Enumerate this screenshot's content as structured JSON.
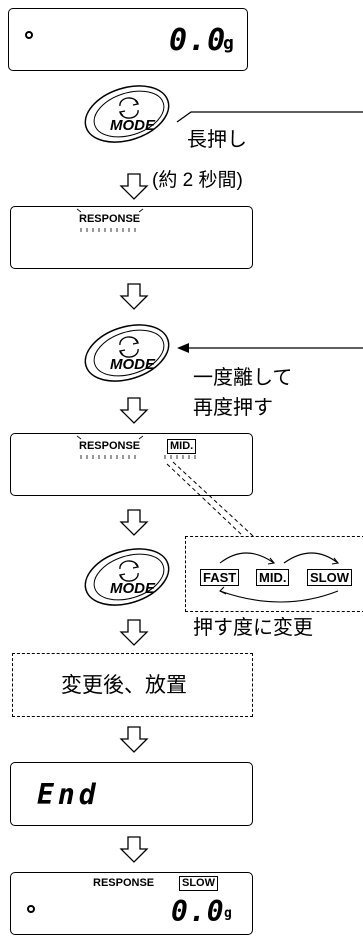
{
  "display1": {
    "value": "0.0",
    "unit": "g"
  },
  "mode_label": "MODE",
  "step1": {
    "action": "長押し",
    "duration": "(約 2 秒間)"
  },
  "display2": {
    "indicator": "RESPONSE"
  },
  "step2": {
    "line1": "一度離して",
    "line2": "再度押す"
  },
  "display3": {
    "indicator": "RESPONSE",
    "level": "MID."
  },
  "options": {
    "fast": "FAST",
    "mid": "MID.",
    "slow": "SLOW"
  },
  "step3": {
    "text": "押す度に変更"
  },
  "step4": {
    "text": "変更後、放置"
  },
  "display4": {
    "text": "End"
  },
  "display5": {
    "indicator": "RESPONSE",
    "level": "SLOW",
    "value": "0.0",
    "unit": "g"
  }
}
